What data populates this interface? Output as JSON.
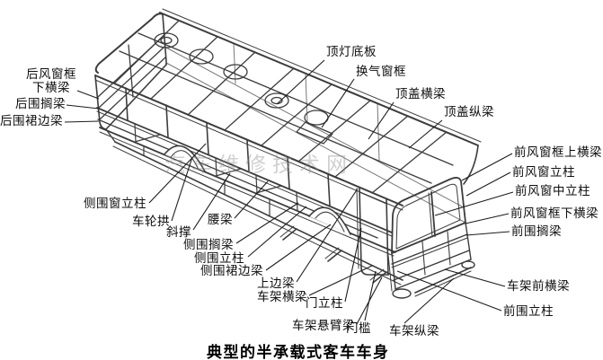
{
  "page": {
    "background": "#ffffff",
    "ink_color": "#3c3c3c",
    "leader_color": "#1c1c1c"
  },
  "caption": "典型的半承载式客车车身",
  "watermark": "汽车维修技术网",
  "labels": [
    {
      "name": "rear-window-frame-lower-rail",
      "text": "后风窗框",
      "text2": "下横梁"
    },
    {
      "name": "rear-wall-shelf-rail",
      "text": "后围搁梁"
    },
    {
      "name": "rear-skirt-rail",
      "text": "后围裙边梁"
    },
    {
      "name": "roof-lamp-base-plate",
      "text": "顶灯底板"
    },
    {
      "name": "vent-window-frame",
      "text": "换气窗框"
    },
    {
      "name": "roof-cross-beam",
      "text": "顶盖横梁"
    },
    {
      "name": "roof-longitudinal-beam",
      "text": "顶盖纵梁"
    },
    {
      "name": "windshield-frame-upper-rail",
      "text": "前风窗框上横梁"
    },
    {
      "name": "windshield-pillar",
      "text": "前风窗立柱"
    },
    {
      "name": "windshield-center-pillar",
      "text": "前风窗中立柱"
    },
    {
      "name": "windshield-frame-lower-rail",
      "text": "前风窗框下横梁"
    },
    {
      "name": "front-wall-shelf-rail",
      "text": "前围搁梁"
    },
    {
      "name": "frame-front-cross-member",
      "text": "车架前横梁"
    },
    {
      "name": "front-wall-pillar",
      "text": "前围立柱"
    },
    {
      "name": "side-window-pillar",
      "text": "侧围窗立柱"
    },
    {
      "name": "wheel-arch",
      "text": "车轮拱"
    },
    {
      "name": "diagonal-brace",
      "text": "斜撑"
    },
    {
      "name": "waist-rail",
      "text": "腰梁"
    },
    {
      "name": "side-shelf-rail",
      "text": "侧围搁梁"
    },
    {
      "name": "side-pillar",
      "text": "侧围立柱"
    },
    {
      "name": "side-skirt-rail",
      "text": "侧围裙边梁"
    },
    {
      "name": "top-side-rail",
      "text": "上边梁"
    },
    {
      "name": "frame-cross-member",
      "text": "车架横梁"
    },
    {
      "name": "door-pillar",
      "text": "门立柱"
    },
    {
      "name": "frame-cantilever-beam",
      "text": "车架悬臂梁"
    },
    {
      "name": "door-sill",
      "text": "门槛"
    },
    {
      "name": "frame-longitudinal-beam",
      "text": "车架纵梁"
    }
  ]
}
